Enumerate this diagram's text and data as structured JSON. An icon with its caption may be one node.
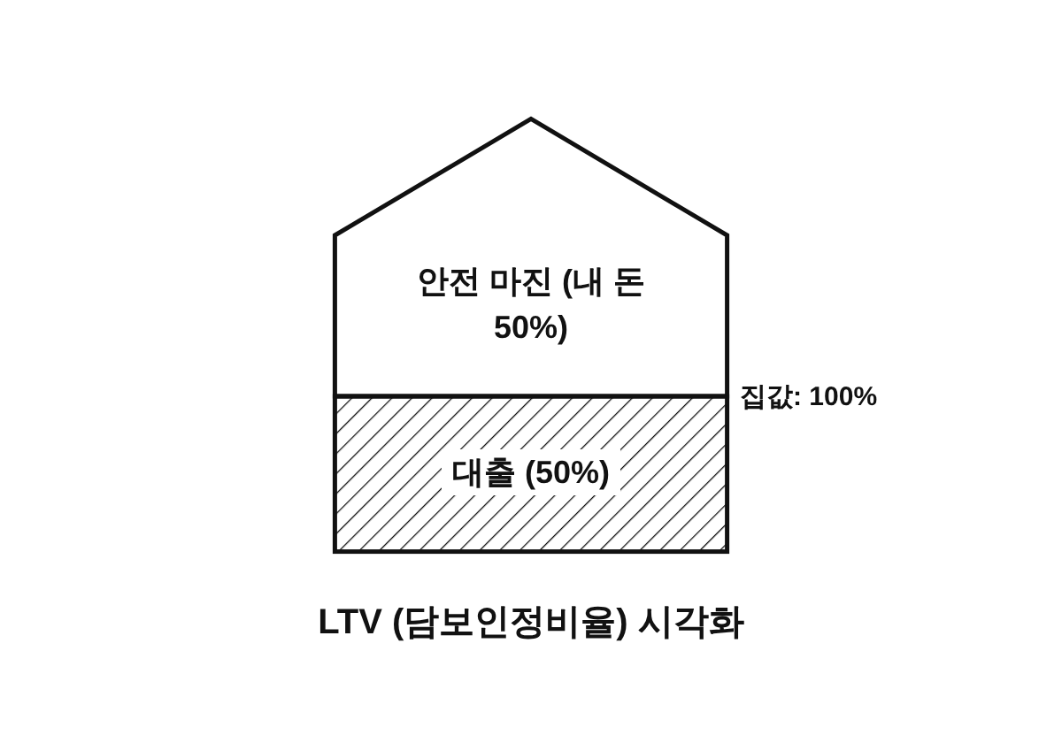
{
  "diagram": {
    "caption": "LTV (담보인정비율) 시각화",
    "nodes": [
      {
        "text": [
          "안전 마진 (내 돈 50%)"
        ]
      },
      {
        "text": [
          "대출 (50%)"
        ]
      }
    ],
    "labels": [
      "집값: 100%"
    ]
  }
}
